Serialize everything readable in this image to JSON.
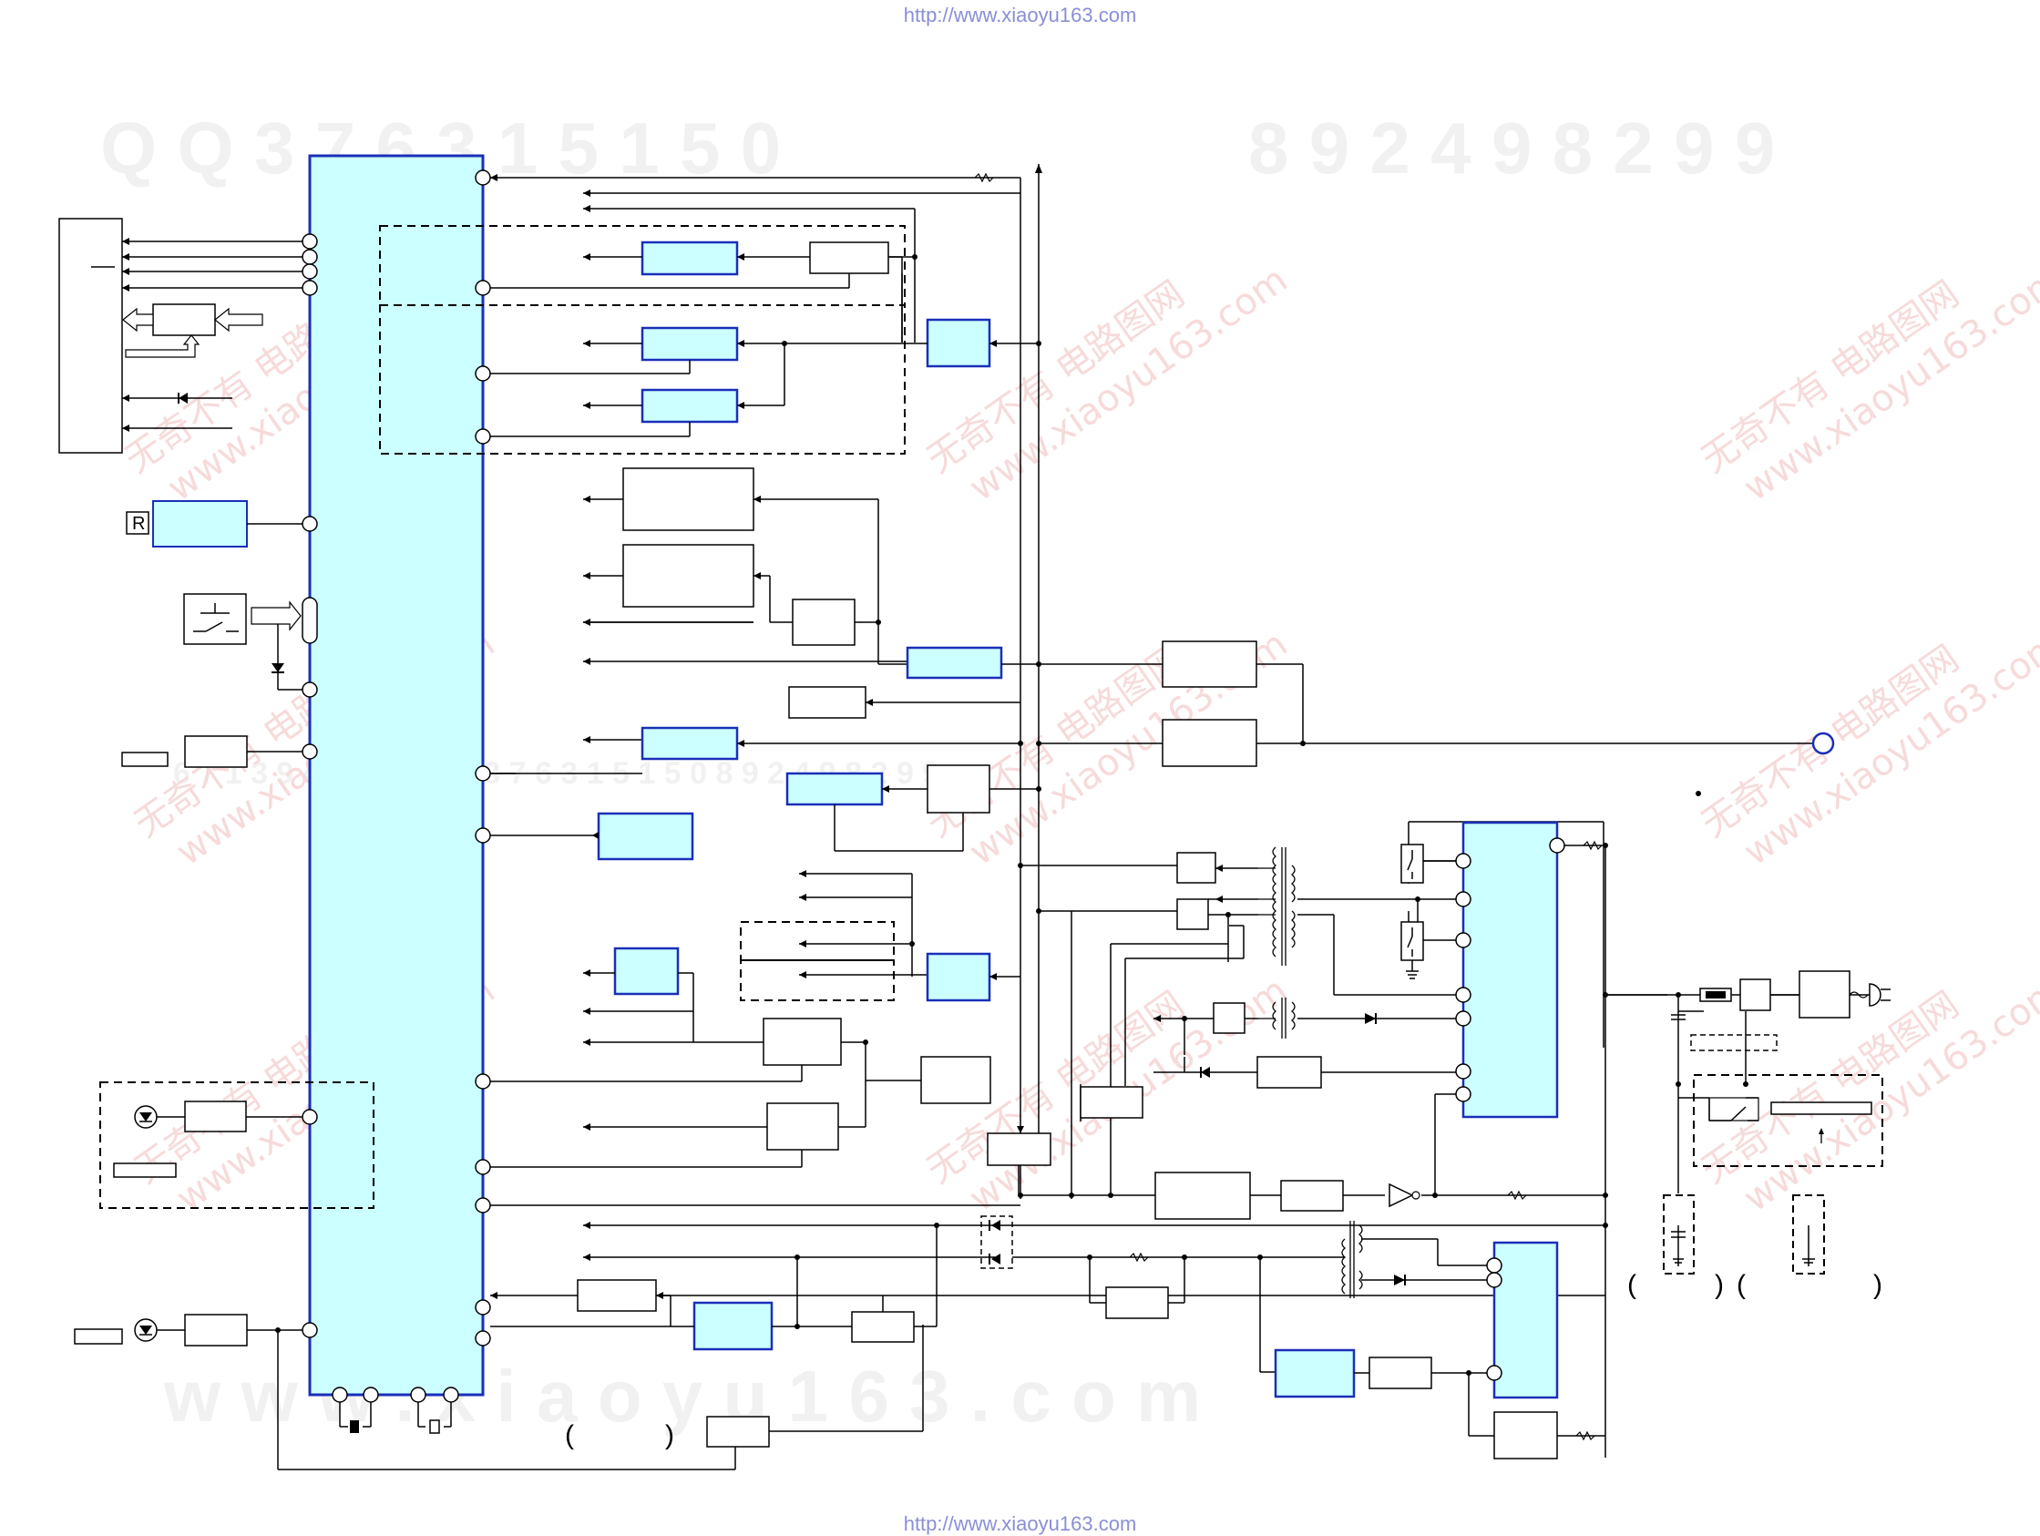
{
  "header": {
    "url": "http://www.xiaoyu163.com"
  },
  "footer": {
    "url": "http://www.xiaoyu163.com"
  },
  "watermarks": {
    "qq": "Q Q   3 7 6 3 1 5 1 5 0",
    "phone": "8 9 2 4 9 8 2 9 9",
    "site": "w w w . x i a o y u 1 6 3 . c o m",
    "cn_brand": "无奇不有 电路图网",
    "cn_site": "www.xiaoyu163.com",
    "mid_row": "6 7 1 3 9 4 2 9 9 8 9 7 3 7 6 3 1 5 1 5 0 8 9 2 4 9 8 2 9 9"
  },
  "symbols": {
    "remote": "R"
  },
  "colors": {
    "ic_fill": "#ccffff",
    "ic_border": "#1a2fb8",
    "line": "#000000",
    "watermark_link": "#8a8ed6"
  }
}
